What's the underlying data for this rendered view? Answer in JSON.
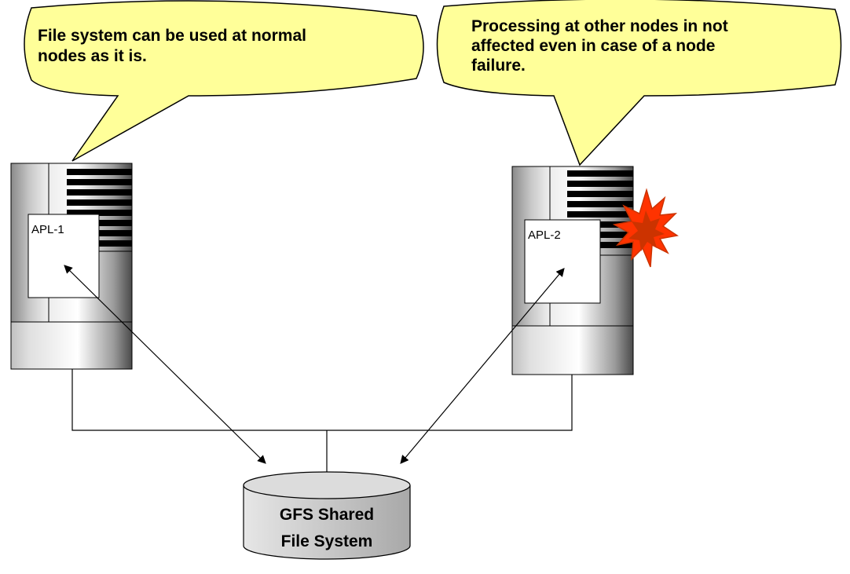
{
  "callouts": {
    "left": {
      "line1": "File system can be used at normal",
      "line2": "nodes as it is."
    },
    "right": {
      "line1": "Processing at other nodes in not",
      "line2": "affected even in case of a node",
      "line3": "failure."
    }
  },
  "nodes": {
    "left": {
      "app_label": "APL-1"
    },
    "right": {
      "app_label": "APL-2",
      "status": "failure"
    }
  },
  "storage": {
    "line1": "GFS Shared",
    "line2": "File System"
  },
  "colors": {
    "callout_fill": "#ffff99",
    "burst_outer": "#ff3300",
    "burst_inner": "#cc3300",
    "cylinder_fill": "#c8c8c8"
  },
  "icons": [
    "failure-burst-icon",
    "database-cylinder-icon",
    "server-rack-icon"
  ]
}
